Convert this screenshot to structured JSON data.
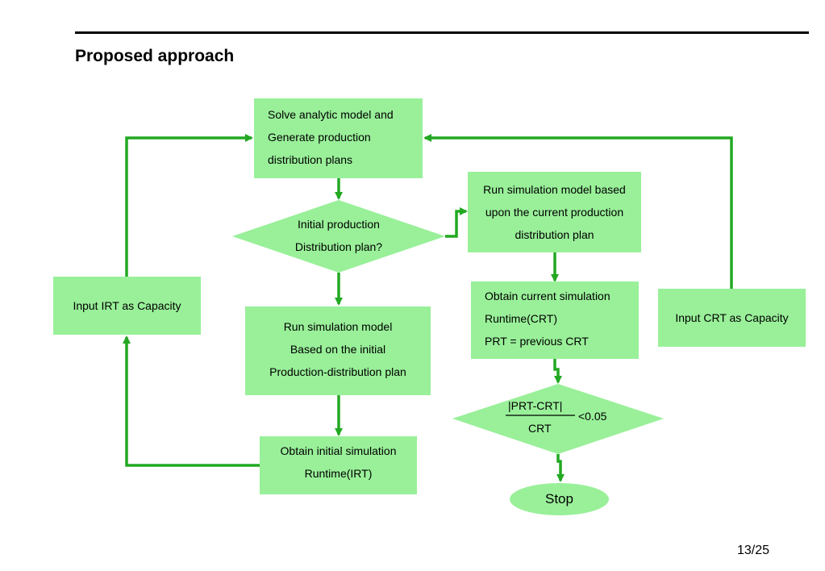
{
  "title": "Proposed approach",
  "nodes": {
    "solve": [
      "Solve analytic model and",
      "Generate production",
      "distribution plans"
    ],
    "initial_plan_decision": [
      "Initial production",
      "Distribution plan?"
    ],
    "run_sim_current": [
      "Run simulation model based",
      "upon the current production",
      "distribution plan"
    ],
    "input_irt": "Input IRT as Capacity",
    "run_sim_initial": [
      "Run simulation model",
      "Based on the initial",
      "Production-distribution plan"
    ],
    "obtain_current": [
      "Obtain current simulation",
      "Runtime(CRT)",
      "PRT = previous CRT"
    ],
    "input_crt": "Input CRT as Capacity",
    "obtain_initial": [
      "Obtain initial simulation",
      "Runtime(IRT)"
    ],
    "convergence_decision": {
      "numerator": "|PRT-CRT|",
      "denominator": "CRT",
      "threshold": "<0.05"
    },
    "stop": "Stop"
  },
  "page_number": "13/25",
  "colors": {
    "box_fill": "#99f099",
    "connector": "#22a822"
  }
}
